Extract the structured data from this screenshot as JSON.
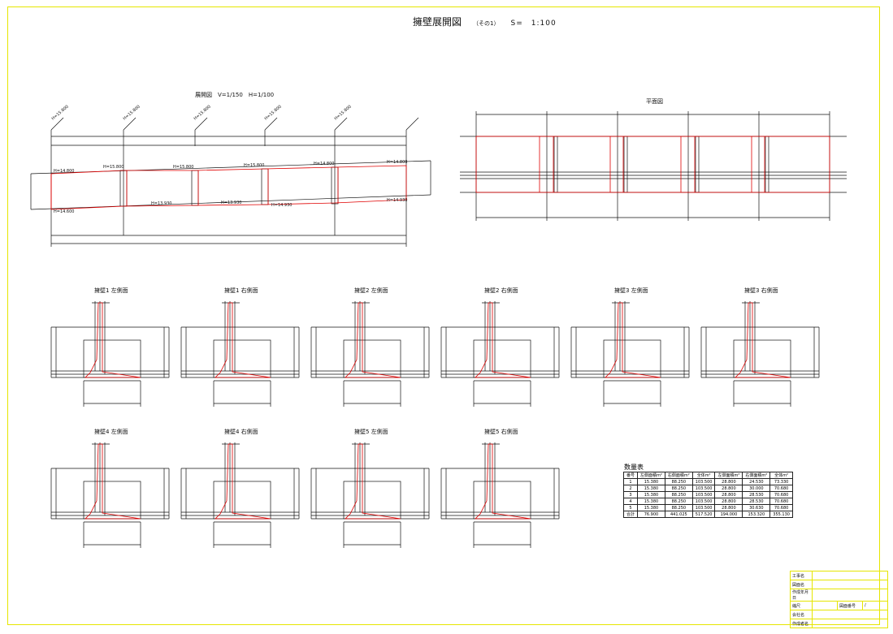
{
  "drawing": {
    "title": "擁壁展開図",
    "sub": "（その1）",
    "scale": "S=　1:100",
    "elevation_title": "展開図　V=1/150　H=1/100",
    "plan_title": "平面図"
  },
  "sections": {
    "row1": [
      "擁壁1 左側面",
      "擁壁1 右側面",
      "擁壁2 左側面",
      "擁壁2 右側面",
      "擁壁3 左側面",
      "擁壁3 右側面"
    ],
    "row2": [
      "擁壁4 左側面",
      "擁壁4 右側面",
      "擁壁5 左側面",
      "擁壁5 右側面"
    ]
  },
  "elevation_labels": {
    "top_levels": [
      "H=15.800",
      "H=15.800",
      "H=15.800",
      "H=15.800",
      "H=15.800"
    ],
    "upper": [
      "H=14.800",
      "H=15.800",
      "H=15.800",
      "H=15.800",
      "H=14.800",
      "H=14.800"
    ],
    "lower": [
      "H=14.600",
      "H=13.930",
      "H=13.930",
      "H=14.930",
      "H=14.930"
    ]
  },
  "quantity": {
    "title": "数量表",
    "headers": [
      "番号",
      "左側面積m²",
      "右側面積m²",
      "全体m²",
      "左側面積m²",
      "右側面積m²",
      "全体m²"
    ],
    "rows": [
      [
        "1",
        "15.380",
        "88.250",
        "103.500",
        "28.800",
        "24.530",
        "73.330"
      ],
      [
        "2",
        "15.380",
        "88.250",
        "103.500",
        "28.800",
        "30.000",
        "70.680"
      ],
      [
        "3",
        "15.380",
        "88.250",
        "103.500",
        "28.800",
        "28.530",
        "70.680"
      ],
      [
        "4",
        "15.380",
        "88.250",
        "103.500",
        "28.800",
        "28.530",
        "70.680"
      ],
      [
        "5",
        "15.380",
        "88.250",
        "103.500",
        "28.800",
        "30.630",
        "70.680"
      ],
      [
        "合計",
        "76.900",
        "441.025",
        "517.520",
        "194.000",
        "153.320",
        "355.130"
      ]
    ]
  },
  "title_block": {
    "rows": [
      "工事名",
      "図面名",
      "作成年月日",
      "縮尺",
      "会社名",
      "作成者名"
    ],
    "scale_value": "図面番号",
    "sheet": "/"
  },
  "colors": {
    "line": "#111111",
    "red": "#e00000",
    "frame": "#e6e600"
  }
}
